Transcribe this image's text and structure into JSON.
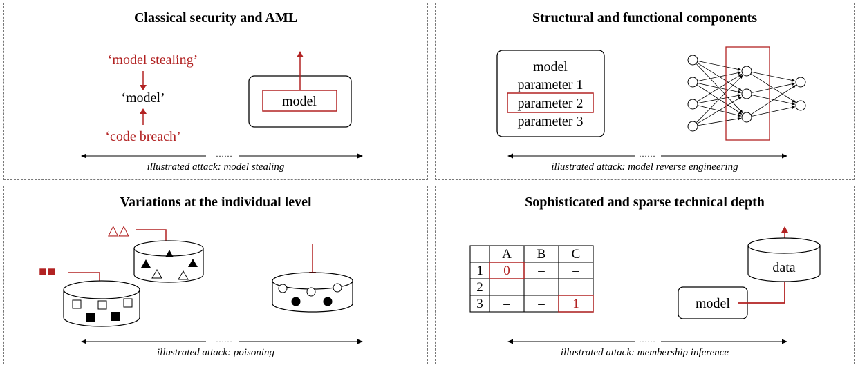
{
  "colors": {
    "accent": "#b22222",
    "ink": "#000000",
    "border": "#777777"
  },
  "panels": [
    {
      "title": "Classical security and AML",
      "caption": "illustrated attack: model stealing",
      "stack": {
        "top": "‘model stealing’",
        "middle": "‘model’",
        "bottom": "‘code breach’"
      },
      "box_label": "model",
      "axis_dots": "……"
    },
    {
      "title": "Structural and functional components",
      "caption": "illustrated attack: model reverse engineering",
      "list": [
        "model",
        "parameter 1",
        "parameter 2",
        "parameter 3"
      ],
      "network_icon": "neural-network-icon",
      "axis_dots": "……"
    },
    {
      "title": "Variations at the individual level",
      "caption": "illustrated attack: poisoning",
      "injected_triangles": "△△",
      "injected_squares": "■■",
      "database_icons": [
        "database-triangles-icon",
        "database-squares-icon",
        "database-circles-icon"
      ],
      "axis_dots": "……"
    },
    {
      "title": "Sophisticated and sparse technical depth",
      "caption": "illustrated attack: membership inference",
      "table": {
        "columns": [
          "A",
          "B",
          "C"
        ],
        "rows": [
          {
            "label": "1",
            "cells": [
              "0",
              "–",
              "–"
            ]
          },
          {
            "label": "2",
            "cells": [
              "–",
              "–",
              "–"
            ]
          },
          {
            "label": "3",
            "cells": [
              "–",
              "–",
              "1"
            ]
          }
        ]
      },
      "data_label": "data",
      "model_label": "model",
      "axis_dots": "……"
    }
  ]
}
